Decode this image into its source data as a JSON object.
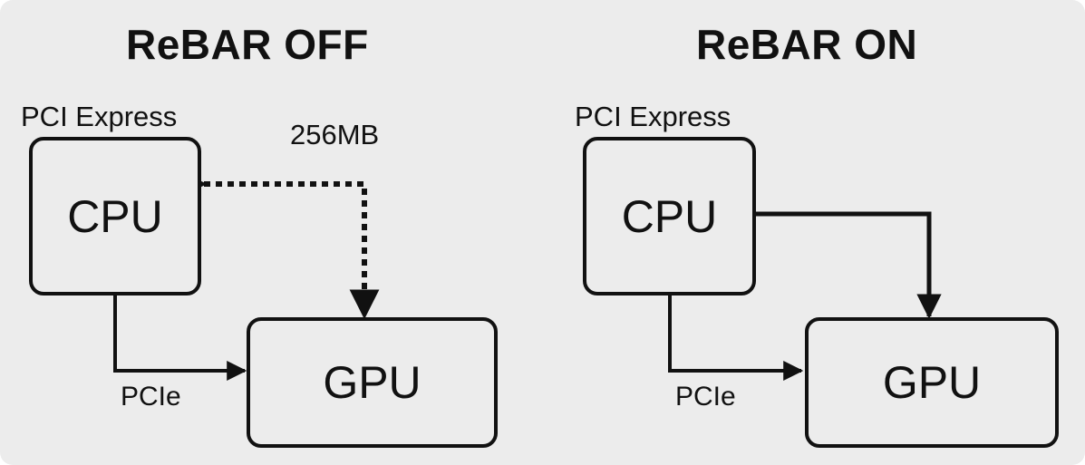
{
  "left_panel": {
    "title": "ReBAR OFF",
    "bus_label": "PCI Express",
    "cpu_label": "CPU",
    "gpu_label": "GPU",
    "bar_size": "256MB",
    "link_label": "PCIe"
  },
  "right_panel": {
    "title": "ReBAR ON",
    "bus_label": "PCI Express",
    "cpu_label": "CPU",
    "gpu_label": "GPU",
    "link_label": "PCIe"
  },
  "colors": {
    "background": "#ececec",
    "stroke": "#111111"
  }
}
